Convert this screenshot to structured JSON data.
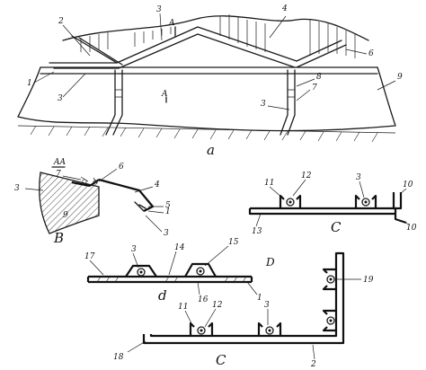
{
  "labels": {
    "a": {
      "n1": "1",
      "n2": "2",
      "n3a": "3",
      "n3b": "3",
      "n3c": "3",
      "n4": "4",
      "n6": "6",
      "n7": "7",
      "n8": "8",
      "n9": "9",
      "secA1": "A",
      "secA2": "A",
      "caption": "a"
    },
    "b": {
      "secAA": "AA",
      "n3": "3",
      "n7": "7",
      "n6": "6",
      "n4": "4",
      "n9": "9",
      "n5": "5",
      "n1": "1",
      "n3b": "3",
      "caption": "B"
    },
    "c1": {
      "n11": "11",
      "n12": "12",
      "n3": "3",
      "n10a": "10",
      "n10b": "10",
      "n13": "13",
      "caption": "C"
    },
    "d": {
      "n17": "17",
      "n3": "3",
      "n14": "14",
      "n15": "15",
      "n16": "16",
      "n1": "1",
      "caption": "d",
      "caption2": "D"
    },
    "e": {
      "n11": "11",
      "n12": "12",
      "n3": "3",
      "n19": "19",
      "n18": "18",
      "n2": "2",
      "caption": "C"
    }
  }
}
